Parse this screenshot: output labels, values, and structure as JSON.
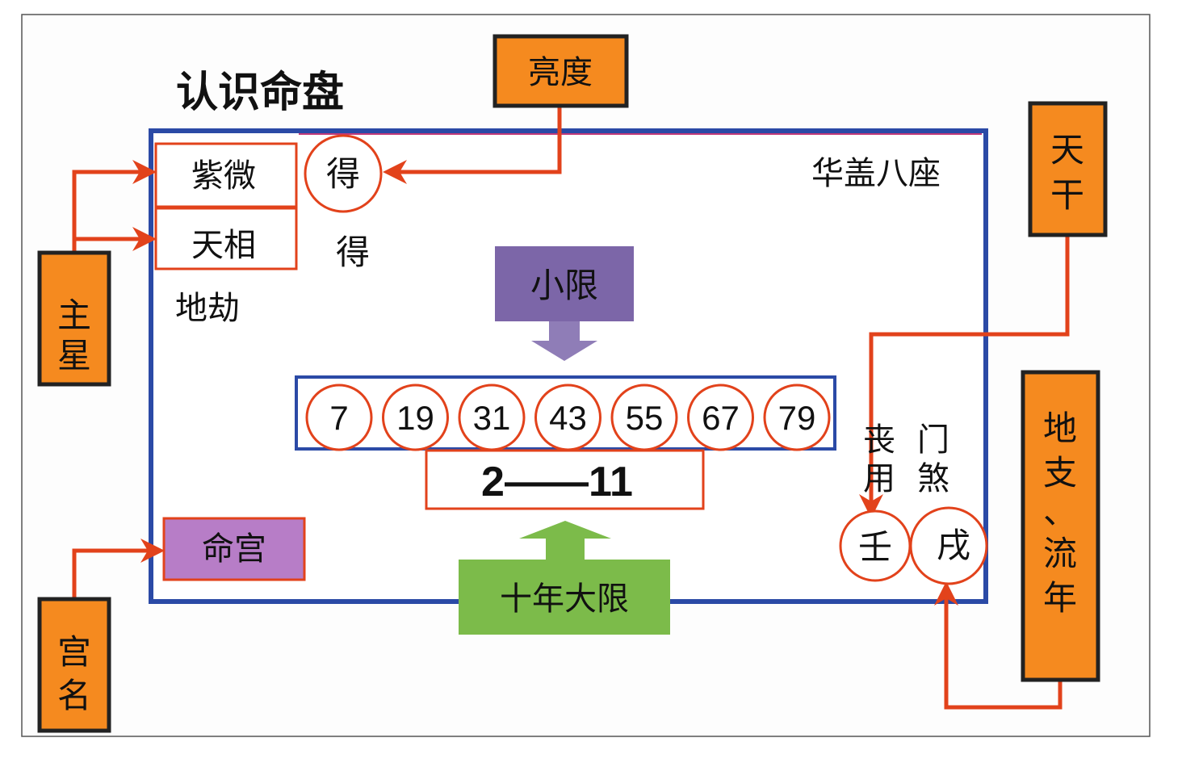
{
  "title": "认识命盘",
  "callouts": {
    "brightness": "亮度",
    "main_star": [
      "主",
      "星"
    ],
    "palace_name": [
      "宫",
      "名"
    ],
    "heavenly_stem": [
      "天",
      "干"
    ],
    "earthly_branch": [
      "地",
      "支",
      "、",
      "流",
      "年"
    ]
  },
  "stars": {
    "ziwei": "紫微",
    "tianxiang": "天相",
    "de_circled": "得",
    "de_plain": "得",
    "dijie": "地劫",
    "huagai": "华盖八座"
  },
  "xiaoxian": {
    "label": "小限",
    "ages": [
      "7",
      "19",
      "31",
      "43",
      "55",
      "67",
      "79"
    ]
  },
  "daxian": {
    "range": "2——11",
    "label": "十年大限"
  },
  "palace": "命宫",
  "sha": {
    "sang": "丧",
    "yong": "用",
    "men": "门",
    "sha": "煞"
  },
  "ganzhi": {
    "gan": "壬",
    "zhi": "戌"
  },
  "colors": {
    "orange": "#f58a1f",
    "red_line": "#e2421b",
    "blue_frame": "#2b4aa6",
    "purple": "#7c66a8",
    "light_purple": "#b77dc7",
    "green": "#7cbb4a"
  }
}
